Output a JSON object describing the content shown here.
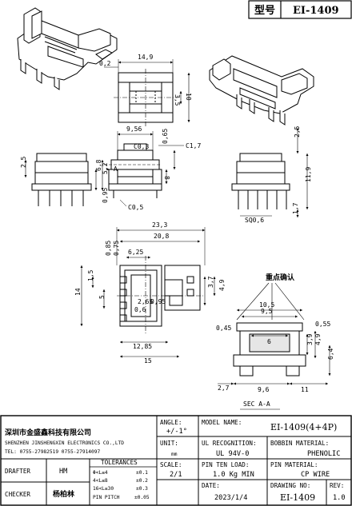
{
  "header": {
    "type_label": "型号",
    "model": "EI-1409"
  },
  "top_view": {
    "width": "14,9",
    "offset": "0,2",
    "depth": "3,5",
    "depth_total": "10"
  },
  "front_view": {
    "width": "9,56",
    "chamfer1": "C0,3",
    "chamfer2": "C1,7",
    "chamfer3": "C0,5",
    "height1": "0,65",
    "height2": "2,5",
    "height3": "6,8",
    "height4": "5,2",
    "height5": "8",
    "height6": "0,95",
    "section_mark": "A"
  },
  "side_view": {
    "top_height": "2,5",
    "total_height": "11,9",
    "pin_height": "1,7",
    "pin_size": "SQ0,6"
  },
  "bottom_view": {
    "width_outer": "23,3",
    "width_inner": "20,8",
    "slot": "6,25",
    "dim_075": "0,75",
    "dim_085": "0,85",
    "dim_15": "1,5",
    "dim_14": "14",
    "dim_5": "5",
    "dim_265": "2,65",
    "dim_095": "0,95",
    "dim_06": "0,6",
    "dim_37": "3,7",
    "dim_49": "4,9",
    "dim_1285": "12,85",
    "dim_15b": "15"
  },
  "section_view": {
    "note": "重点确认",
    "width1": "10,5",
    "width2": "9,5",
    "width3": "6",
    "dim_045": "0,45",
    "dim_055": "0,55",
    "dim_39": "3,9",
    "dim_49": "4,9",
    "dim_64": "6,4",
    "dim_27": "2,7",
    "dim_96": "9,6",
    "dim_11": "11",
    "label": "SEC A-A"
  },
  "title_block": {
    "company_cn": "深圳市金盛鑫科技有限公司",
    "company_en": "SHENZHEN JINSHENGXIN ELECTRONICS CO.,LTD",
    "phone": "TEL: 0755-27982519 0755-27914097",
    "angle_label": "ANGLE:",
    "angle_value": "+/-1°",
    "unit_label": "UNIT:",
    "unit_value": "mm",
    "model_name_label": "MODEL NAME:",
    "model_name_value": "EI-1409(4+4P)",
    "ul_label": "UL RECOGNITION:",
    "ul_value": "UL 94V-0",
    "bobbin_label": "BOBBIN MATERIAL:",
    "bobbin_value": "PHENOLIC",
    "drafter_label": "DRAFTER",
    "drafter_value": "HM",
    "checker_label": "CHECKER",
    "checker_value": "杨柏林",
    "tol_label": "TOLERANCES",
    "tol_rows": [
      {
        "range": "Φ<L≤4",
        "value": "±0.1"
      },
      {
        "range": "4<L≤8",
        "value": "±0.2"
      },
      {
        "range": "16<L≤30",
        "value": "±0.3"
      },
      {
        "range": "PIN PITCH",
        "value": "±0.05"
      }
    ],
    "scale_label": "SCALE:",
    "scale_value": "2/1",
    "pin_load_label": "PIN TEN LOAD:",
    "pin_load_value": "1.0 Kg MIN",
    "pin_mat_label": "PIN MATERIAL:",
    "pin_mat_value": "CP WIRE",
    "date_label": "DATE:",
    "date_value": "2023/1/4",
    "drawing_no_label": "DRAWING NO:",
    "drawing_no_value": "EI-1409",
    "rev_label": "REV:",
    "rev_value": "1.0"
  }
}
